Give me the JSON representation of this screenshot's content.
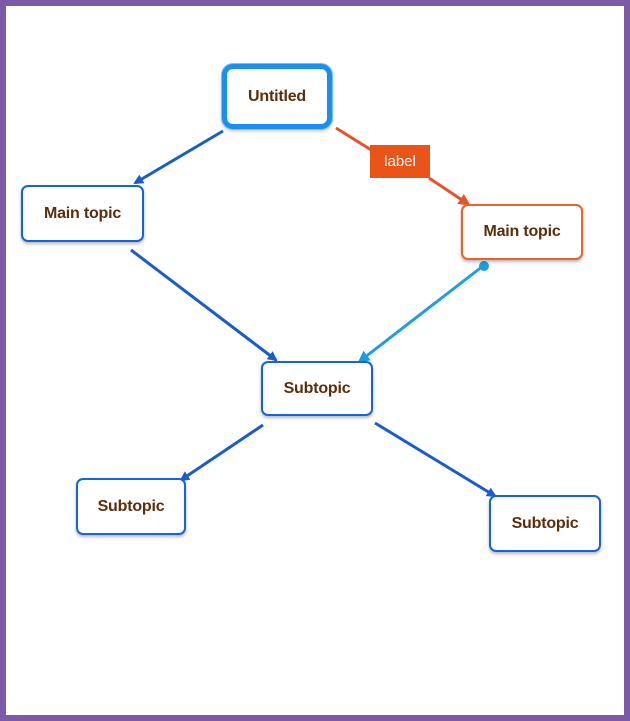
{
  "diagram": {
    "root": {
      "label": "Untitled"
    },
    "main_topics": [
      {
        "label": "Main topic"
      },
      {
        "label": "Main topic"
      }
    ],
    "subtopics": [
      {
        "label": "Subtopic"
      },
      {
        "label": "Subtopic"
      },
      {
        "label": "Subtopic"
      }
    ],
    "edge_label": "label",
    "colors": {
      "primary_edge": "#1a5ccc",
      "orange_edge": "#e8542a",
      "cyan_edge": "#1e9edf",
      "node_border": "#1565d8",
      "root_border": "#1b8ff0",
      "text": "#5a2e0c",
      "frame": "#7b5aa8"
    }
  }
}
